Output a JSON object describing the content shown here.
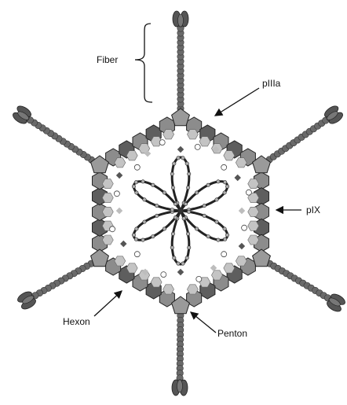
{
  "labels": {
    "fiber": "Fiber",
    "piiia": "pIIIa",
    "pix": "pIX",
    "hexon": "Hexon",
    "penton": "Penton"
  },
  "colors": {
    "hexon_dark": "#5e5e5e",
    "hexon_mid": "#8c8c8c",
    "hexon_light": "#c4c4c4",
    "penton": "#9a9a9a",
    "fiber": "#6a6a6a",
    "knob": "#555555",
    "core_strand": "#222222",
    "bead": "#b0b0b0",
    "outline": "#222222"
  },
  "icons": [
    "fiber-knob-icon",
    "arrow-icon",
    "bracket-icon"
  ]
}
